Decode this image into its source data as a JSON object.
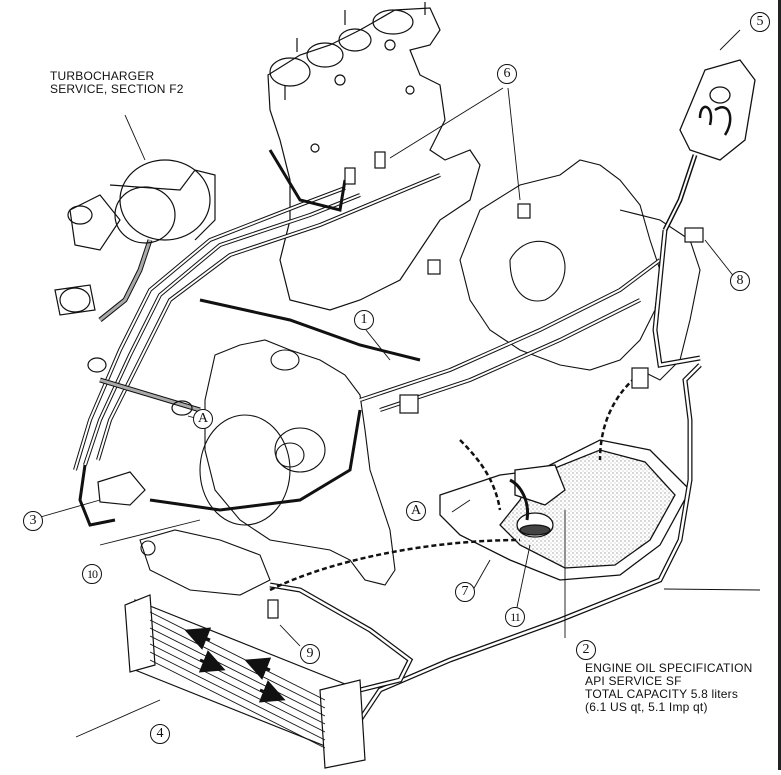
{
  "figure": {
    "subject": "Engine oil lubrication circuit (rotary turbo engine)",
    "annotations": {
      "turbocharger_note": [
        "TURBOCHARGER",
        "SERVICE, SECTION F2"
      ],
      "oil_spec": [
        "ENGINE OIL SPECIFICATION",
        "API SERVICE SF",
        "TOTAL CAPACITY 5.8 liters",
        "(6.1 US qt, 5.1 Imp qt)"
      ]
    },
    "callouts": [
      {
        "id": "1",
        "label": "1"
      },
      {
        "id": "2",
        "label": "2"
      },
      {
        "id": "3",
        "label": "3"
      },
      {
        "id": "4",
        "label": "4"
      },
      {
        "id": "5",
        "label": "5"
      },
      {
        "id": "6",
        "label": "6"
      },
      {
        "id": "7",
        "label": "7"
      },
      {
        "id": "8",
        "label": "8"
      },
      {
        "id": "9",
        "label": "9"
      },
      {
        "id": "10",
        "label": "10"
      },
      {
        "id": "11",
        "label": "11"
      },
      {
        "id": "A1",
        "label": "A"
      },
      {
        "id": "A2",
        "label": "A"
      }
    ],
    "handwriting": "35"
  }
}
